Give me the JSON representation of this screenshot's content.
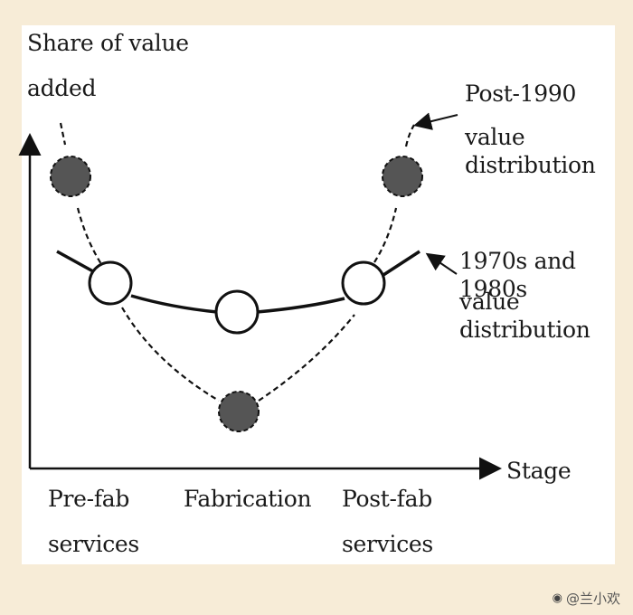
{
  "labels": {
    "y_axis_line1": "Share of value",
    "y_axis_line2": "added",
    "x_axis": "Stage",
    "stage_prefab_line1": "Pre-fab",
    "stage_prefab_line2": "services",
    "stage_fabrication": "Fabrication",
    "stage_postfab_line1": "Post-fab",
    "stage_postfab_line2": "services",
    "post1990_line1": "Post-1990",
    "post1990_line2": "value distribution",
    "old_line1": "1970s and 1980s",
    "old_line2": "value distribution"
  },
  "watermark": {
    "text": "@兰小欢",
    "icon": "weibo-icon"
  },
  "colors": {
    "background": "#f7ecd7",
    "panel": "#ffffff",
    "ink": "#111111",
    "post1990_fill": "#555555",
    "old_fill": "#ffffff"
  },
  "series": [
    {
      "name": "1970s and 1980s value distribution",
      "style": "solid",
      "marker": "open-circle",
      "stages": [
        "Pre-fab services",
        "Fabrication",
        "Post-fab services"
      ]
    },
    {
      "name": "Post-1990 value distribution",
      "style": "dashed",
      "marker": "filled-circle",
      "stages": [
        "Pre-fab services",
        "Fabrication",
        "Post-fab services"
      ]
    }
  ]
}
